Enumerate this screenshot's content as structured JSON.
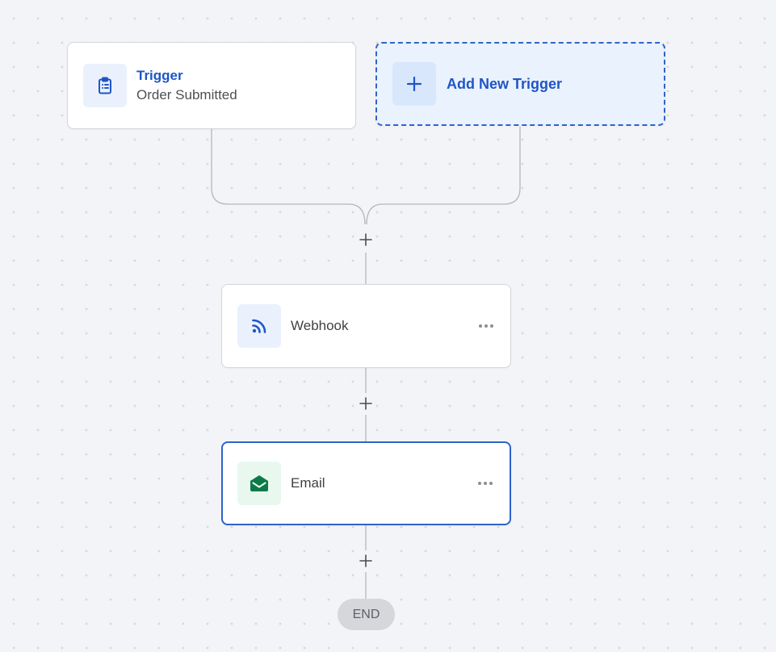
{
  "colors": {
    "accent": "#2e63cc",
    "canvas": "#f3f4f7",
    "connector": "#b4b6ba",
    "email_icon": "#0c7a48"
  },
  "triggers": [
    {
      "icon": "clipboard-list-icon",
      "title": "Trigger",
      "subtitle": "Order Submitted"
    }
  ],
  "add_trigger": {
    "icon": "plus-icon",
    "label": "Add New Trigger"
  },
  "steps": [
    {
      "icon": "rss-feed-icon",
      "label": "Webhook",
      "menu_icon": "more-horizontal-icon",
      "selected": false
    },
    {
      "icon": "envelope-open-icon",
      "label": "Email",
      "menu_icon": "more-horizontal-icon",
      "selected": true
    }
  ],
  "insert_step_icon": "plus-icon",
  "end_node": {
    "label": "END"
  }
}
